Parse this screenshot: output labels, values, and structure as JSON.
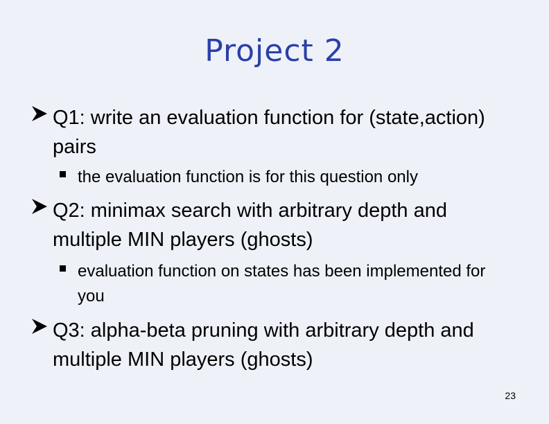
{
  "slide": {
    "title": "Project 2",
    "page_number": "23",
    "bullets": [
      {
        "text": "Q1: write an evaluation function for (state,action) pairs",
        "sub": "the evaluation function is for this question only"
      },
      {
        "text": "Q2: minimax search with arbitrary depth and multiple MIN players (ghosts)",
        "sub": "evaluation function on states has been implemented for you"
      },
      {
        "text": "Q3: alpha-beta pruning with arbitrary depth and multiple MIN players (ghosts)"
      }
    ],
    "colors": {
      "background": "#eef1f8",
      "title": "#2a3fa8",
      "text": "#000000"
    },
    "icons": {
      "bullet": "arrowhead-bullet-icon",
      "sub_bullet": "square-bullet-icon"
    }
  }
}
